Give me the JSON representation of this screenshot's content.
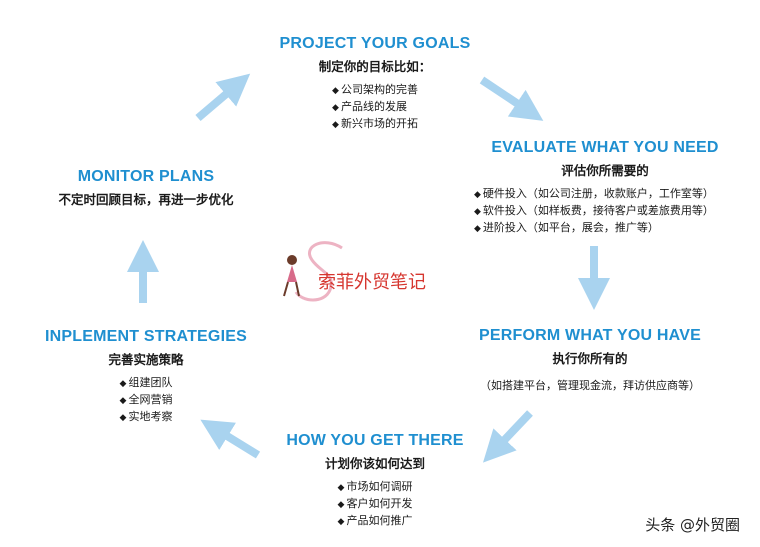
{
  "goals": {
    "title": "PROJECT YOUR GOALS",
    "subtitle": "制定你的目标比如：",
    "items": [
      "公司架构的完善",
      "产品线的发展",
      "新兴市场的开拓"
    ]
  },
  "evaluate": {
    "title": "EVALUATE WHAT YOU NEED",
    "subtitle": "评估你所需要的",
    "items": [
      "硬件投入（如公司注册，收款账户，工作室等）",
      "软件投入（如样板费，接待客户或差旅费用等）",
      "进阶投入（如平台，展会，推广等）"
    ]
  },
  "perform": {
    "title": "PERFORM WHAT YOU HAVE",
    "subtitle": "执行你所有的",
    "text": "（如搭建平台，管理现金流，拜访供应商等）"
  },
  "how": {
    "title": "HOW YOU GET THERE",
    "subtitle": "计划你该如何达到",
    "items": [
      "市场如何调研",
      "客户如何开发",
      "产品如何推广"
    ]
  },
  "implement": {
    "title": "INPLEMENT STRATEGIES",
    "subtitle": "完善实施策略",
    "items": [
      "组建团队",
      "全网营销",
      "实地考察"
    ]
  },
  "monitor": {
    "title": "MONITOR PLANS",
    "subtitle": "不定时回顾目标，再进一步优化"
  },
  "logo": {
    "text": "索菲外贸笔记"
  },
  "watermark": {
    "text": "头条 @外贸圈"
  },
  "colors": {
    "title": "#1f8fd0",
    "arrow": "#a9d3ef",
    "logo": "#d6362f"
  }
}
